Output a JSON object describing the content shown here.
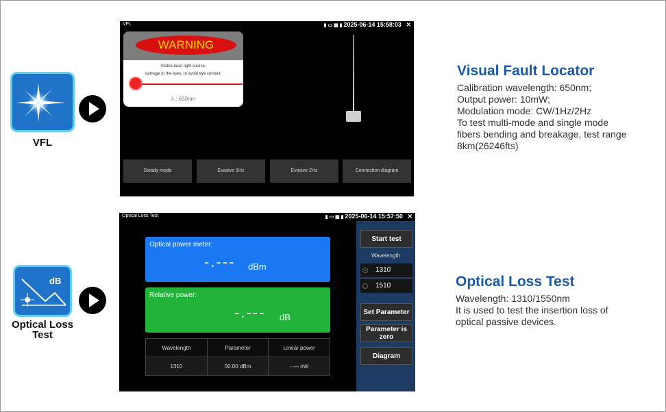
{
  "vfl": {
    "caption": "VFL",
    "screen": {
      "window_title": "VFL",
      "status_time": "2025-06-14 15:58:03",
      "close_glyph": "✕",
      "warning_title": "WARNING",
      "warning_line1": "Visible laser light source,",
      "warning_line2": "damage to the eyes, to avoid eye contact.",
      "wavelength": "λ : 650nm",
      "buttons": [
        "Steady mode",
        "Evasive 1Hz",
        "Evasive 2Hz",
        "Connection diagram"
      ]
    },
    "heading": "Visual Fault Locator",
    "description": [
      "Calibration wavelength: 650nm;",
      "Output power: 10mW;",
      "Modulation mode: CW/1Hz/2Hz",
      "To test multi-mode and single mode",
      "fibers bending and breakage, test range",
      "8km(26246fts)"
    ]
  },
  "loss": {
    "caption_line1": "Optical Loss",
    "caption_line2": "Test",
    "icon_label": "dB",
    "screen": {
      "window_title": "Optical Loss Test",
      "status_time": "2025-06-14 15:57:50",
      "close_glyph": "✕",
      "power_meter_label": "Optical power meter:",
      "power_meter_value": "-.---",
      "power_meter_unit": "dBm",
      "relative_label": "Relative power:",
      "relative_value": "-.---",
      "relative_unit": "dB",
      "table_headers": [
        "Wavelength",
        "Parameter",
        "Linear power"
      ],
      "table_row": [
        "1310",
        "00.00 dBm",
        "-.— nW"
      ],
      "start_test": "Start test",
      "wavelength_label": "Wavelength",
      "wavelength_options": [
        "1310",
        "1510"
      ],
      "set_parameter": "Set Parameter",
      "parameter_zero": "Parameter is zero",
      "diagram": "Diagram"
    },
    "heading": "Optical Loss Test",
    "description": [
      "Wavelength: 1310/1550nm",
      "It is used to test the insertion loss of",
      "optical passive devices."
    ]
  },
  "colors": {
    "heading_blue": "#1b5aa6",
    "panel_blue": "#1a78f2",
    "panel_green": "#22b43a",
    "warning_red": "#d81010",
    "icon_border": "#5fd0f0"
  }
}
